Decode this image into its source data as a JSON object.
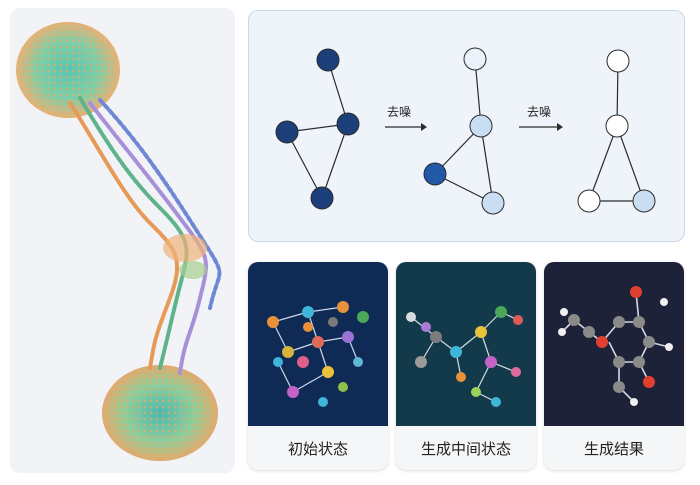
{
  "transition_labels": [
    "去噪",
    "去噪"
  ],
  "cards": [
    {
      "label": "初始状态",
      "bg": "#0f2a55"
    },
    {
      "label": "生成中间状态",
      "bg": "#123a4a"
    },
    {
      "label": "生成结果",
      "bg": "#1e2238"
    }
  ],
  "colors": {
    "node_dark": "#1c3f7a",
    "node_mid": "#c9ddf3",
    "node_blue": "#2357a8",
    "node_white": "#ffffff",
    "edge": "#2b2b2b",
    "helix_green": "#5fb38a",
    "helix_purple": "#a890d8",
    "helix_orange": "#e79a55"
  }
}
